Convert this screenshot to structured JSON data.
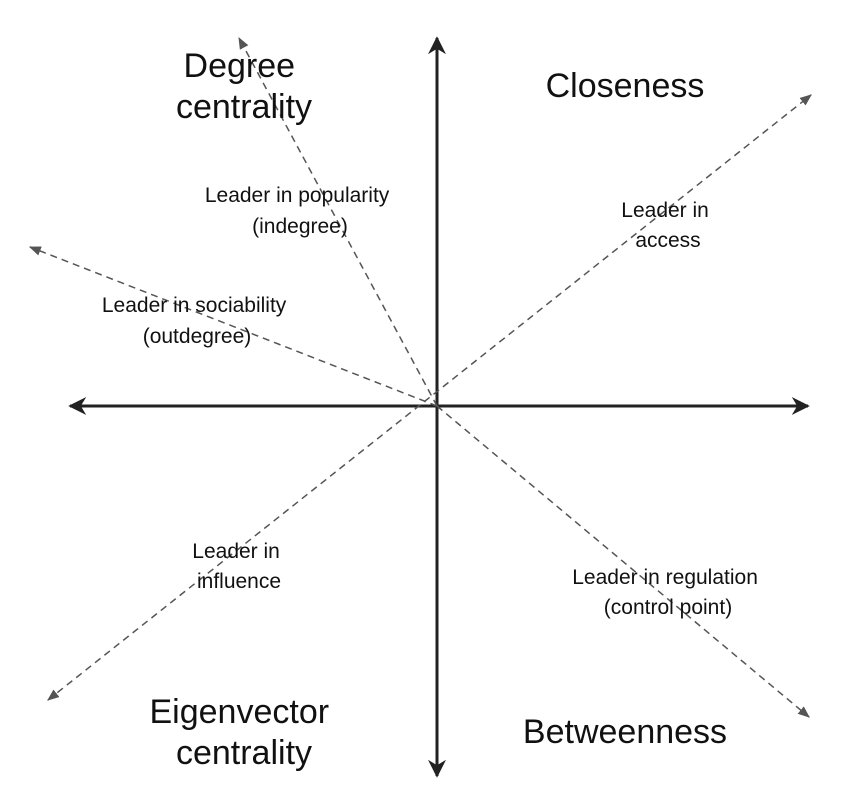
{
  "quadrants": {
    "top_left": [
      "Degree",
      "centrality"
    ],
    "top_right": [
      "Closeness"
    ],
    "bottom_left": [
      "Eigenvector",
      "centrality"
    ],
    "bottom_right": [
      "Betweenness"
    ]
  },
  "leaders": {
    "popularity": [
      "Leader in popularity",
      "(indegree)"
    ],
    "sociability": [
      "Leader in sociability",
      "(outdegree)"
    ],
    "access": [
      "Leader in",
      "access"
    ],
    "influence": [
      "Leader in",
      "influence"
    ],
    "regulation": [
      "Leader in regulation",
      "(control point)"
    ]
  },
  "colors": {
    "solid_axis": "#222222",
    "dashed_axis": "#555555",
    "text": "#111111"
  }
}
